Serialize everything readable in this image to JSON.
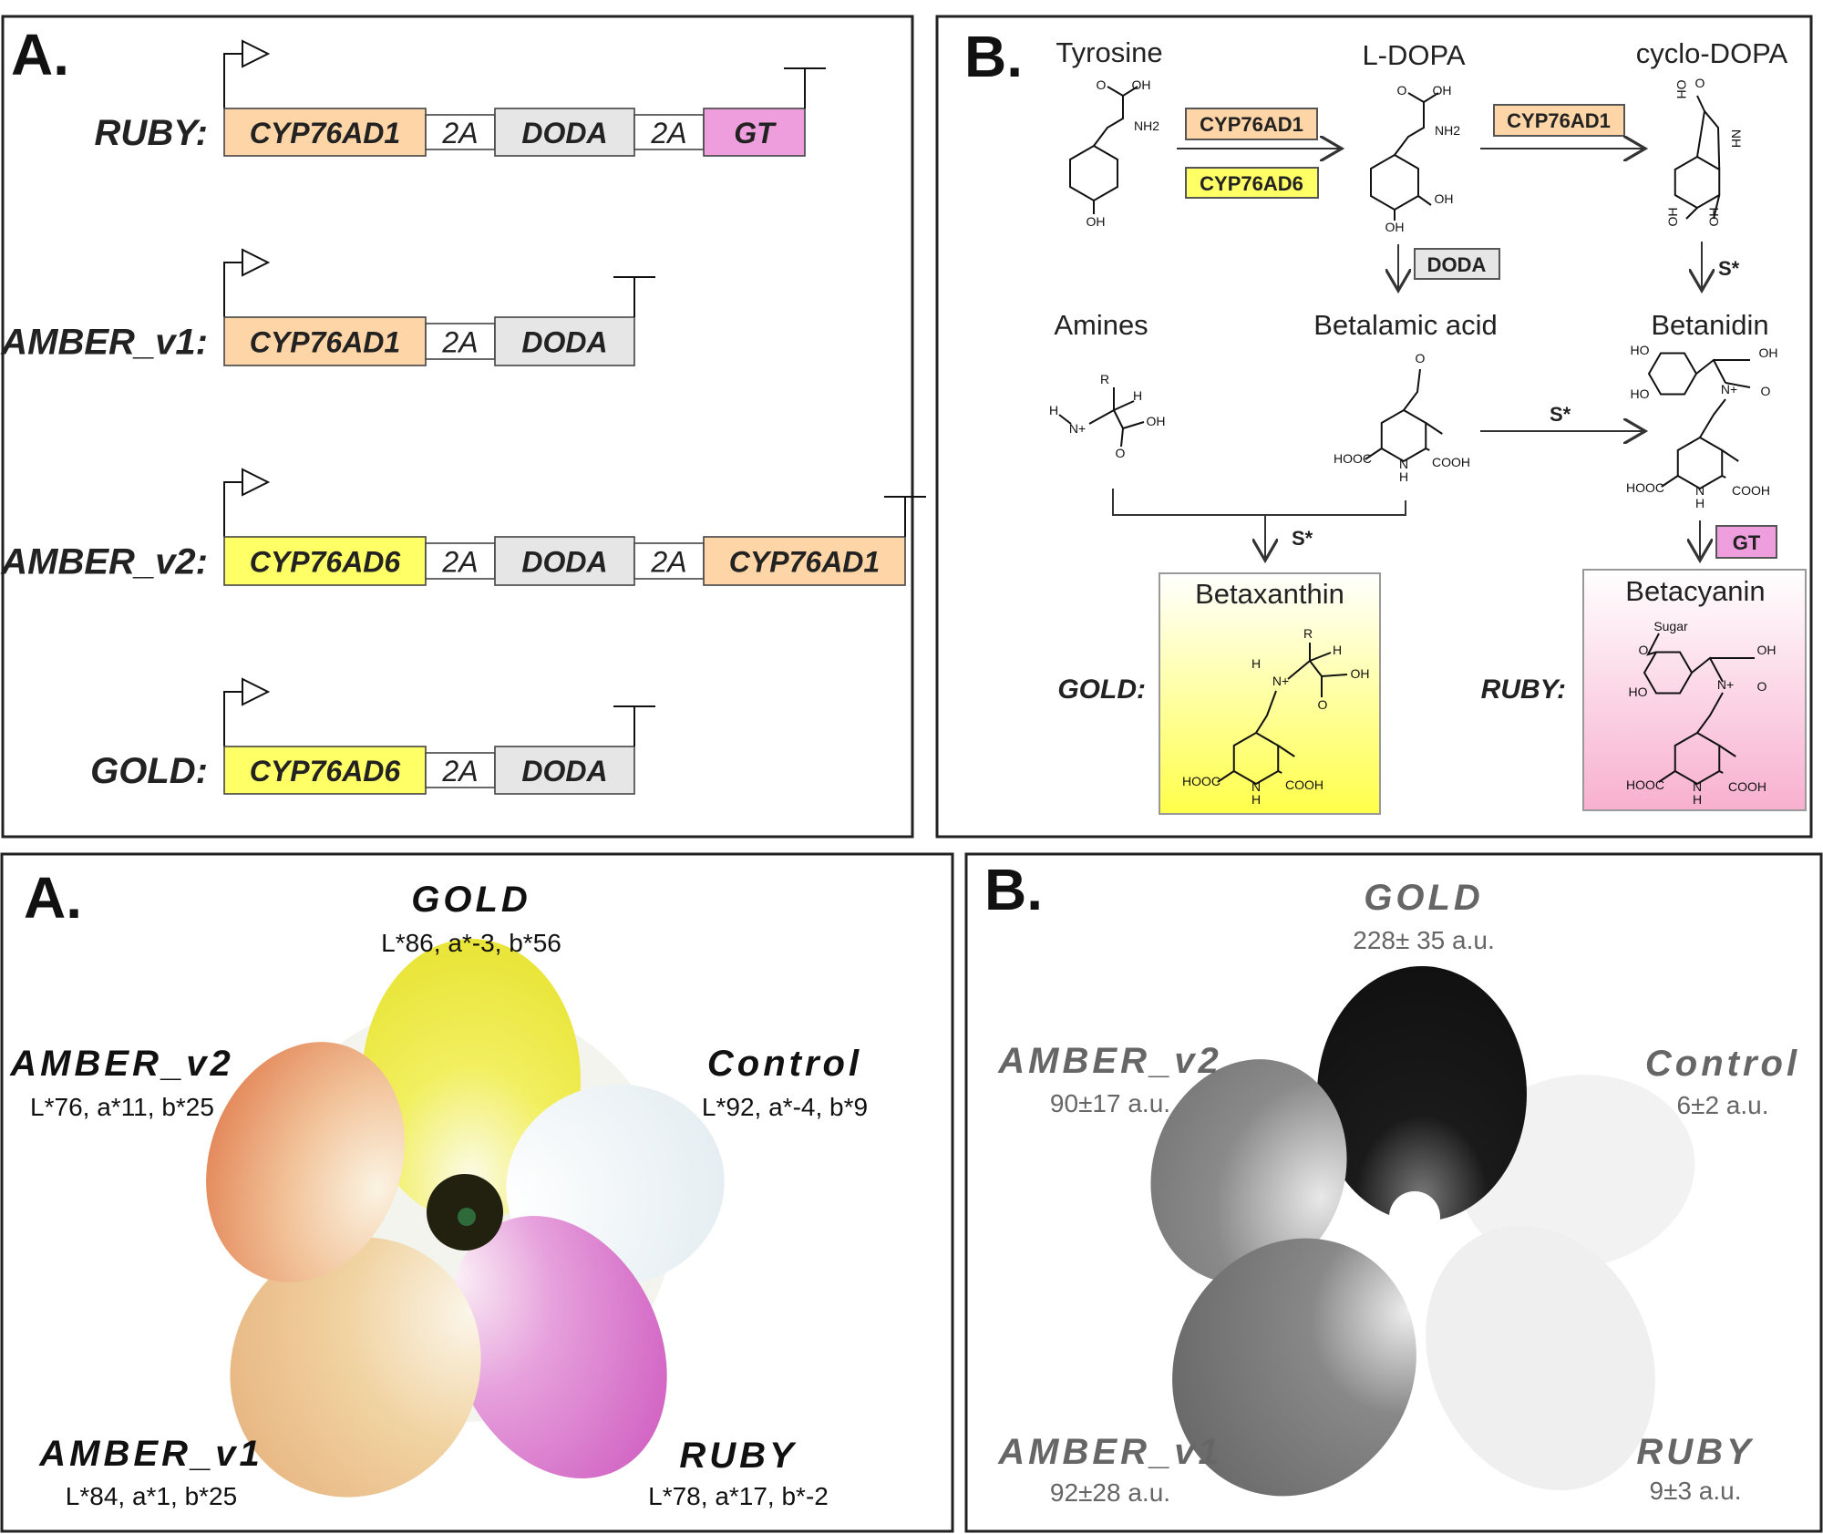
{
  "top_a": {
    "label": "A.",
    "constructs": [
      {
        "name": "RUBY:",
        "segments": [
          "CYP76AD1",
          "2A",
          "DODA",
          "2A",
          "GT"
        ]
      },
      {
        "name": "AMBER_v1:",
        "segments": [
          "CYP76AD1",
          "2A",
          "DODA"
        ]
      },
      {
        "name": "AMBER_v2:",
        "segments": [
          "CYP76AD6",
          "2A",
          "DODA",
          "2A",
          "CYP76AD1"
        ]
      },
      {
        "name": "GOLD:",
        "segments": [
          "CYP76AD6",
          "2A",
          "DODA"
        ]
      }
    ],
    "segment_colors": {
      "CYP76AD1": "#fdd5a6",
      "CYP76AD6": "#ffff66",
      "DODA": "#e6e6e6",
      "GT": "#ee9edc",
      "2A": "#ffffff"
    }
  },
  "top_b": {
    "label": "B.",
    "compounds": {
      "tyrosine": "Tyrosine",
      "ldopa": "L-DOPA",
      "cyclodopa": "cyclo-DOPA",
      "amines": "Amines",
      "betalamic": "Betalamic acid",
      "betanidin": "Betanidin",
      "betaxanthin": "Betaxanthin",
      "betacyanin": "Betacyanin"
    },
    "enzymes": {
      "e1": "CYP76AD1",
      "e2": "CYP76AD6",
      "e3": "CYP76AD1",
      "doda": "DODA",
      "gt": "GT"
    },
    "spontaneous": [
      "S*",
      "S*",
      "S*"
    ],
    "products": {
      "gold": "GOLD:",
      "ruby": "RUBY:"
    },
    "chem_labels": {
      "tyrosine": [
        "O",
        "OH",
        "NH2",
        "OH"
      ],
      "ldopa": [
        "O",
        "OH",
        "NH2",
        "OH",
        "OH"
      ],
      "cyclodopa": [
        "OH",
        "O",
        "NH",
        "OH",
        "OH"
      ],
      "amines": [
        "R",
        "H",
        "H",
        "N+",
        "OH",
        "O"
      ],
      "betalamic": [
        "O",
        "HOOC",
        "N",
        "H",
        "COOH"
      ],
      "betanidin": [
        "HO",
        "HO",
        "OH",
        "N+",
        "O",
        "HOOC",
        "N",
        "H",
        "COOH"
      ],
      "betaxanthin": [
        "R",
        "H",
        "H",
        "N+",
        "OH",
        "O",
        "HOOC",
        "N",
        "H",
        "COOH"
      ],
      "betacyanin": [
        "Sugar",
        "O",
        "HO",
        "OH",
        "N+",
        "O",
        "HOOC",
        "N",
        "H",
        "COOH"
      ]
    }
  },
  "bottom_a": {
    "label": "A.",
    "sectors": [
      {
        "name": "GOLD",
        "value": "L*86, a*-3, b*56"
      },
      {
        "name": "AMBER_v2",
        "value": "L*76, a*11, b*25"
      },
      {
        "name": "Control",
        "value": "L*92, a*-4, b*9"
      },
      {
        "name": "AMBER_v1",
        "value": "L*84, a*1, b*25"
      },
      {
        "name": "RUBY",
        "value": "L*78, a*17, b*-2"
      }
    ]
  },
  "bottom_b": {
    "label": "B.",
    "sectors": [
      {
        "name": "GOLD",
        "value": "228± 35 a.u."
      },
      {
        "name": "AMBER_v2",
        "value": "90±17 a.u."
      },
      {
        "name": "Control",
        "value": "6±2 a.u."
      },
      {
        "name": "AMBER_v1",
        "value": "92±28 a.u."
      },
      {
        "name": "RUBY",
        "value": "9±3 a.u."
      }
    ]
  }
}
